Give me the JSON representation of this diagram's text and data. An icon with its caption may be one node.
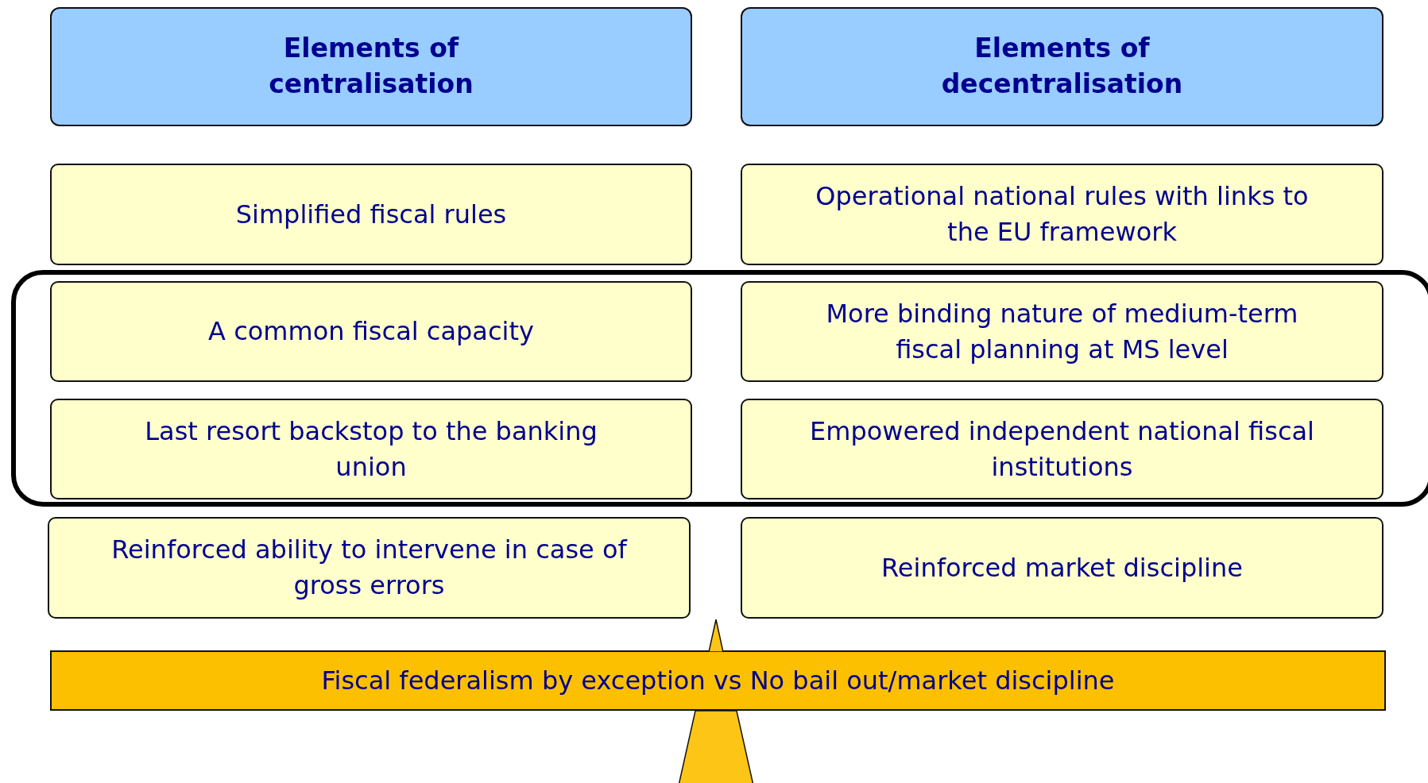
{
  "diagram": {
    "nodes": [
      {
        "text": [
          "Elements of centralisation"
        ]
      },
      {
        "text": [
          "Elements of decentralisation"
        ]
      },
      {
        "text": [
          "Simplified fiscal rules"
        ]
      },
      {
        "text": [
          "Operational national rules with links to the EU framework"
        ]
      },
      {
        "text": [],
        "shape": "box"
      },
      {
        "text": [
          "A common fiscal capacity"
        ],
        "in": 4
      },
      {
        "text": [
          "More binding nature of medium-term fiscal planning at MS level"
        ],
        "in": 4
      },
      {
        "text": [
          "Last resort backstop to the banking union"
        ],
        "in": 4
      },
      {
        "text": [
          "Empowered independent national fiscal institutions"
        ],
        "in": 4
      },
      {
        "text": [
          "Reinforced ability to intervene in case of gross errors"
        ]
      },
      {
        "text": [
          "Reinforced market discipline"
        ]
      },
      {
        "text": [
          "Fiscal federalism by exception vs No bail out/market discipline"
        ]
      },
      {
        "text": [],
        "shape": "triangle"
      }
    ]
  }
}
